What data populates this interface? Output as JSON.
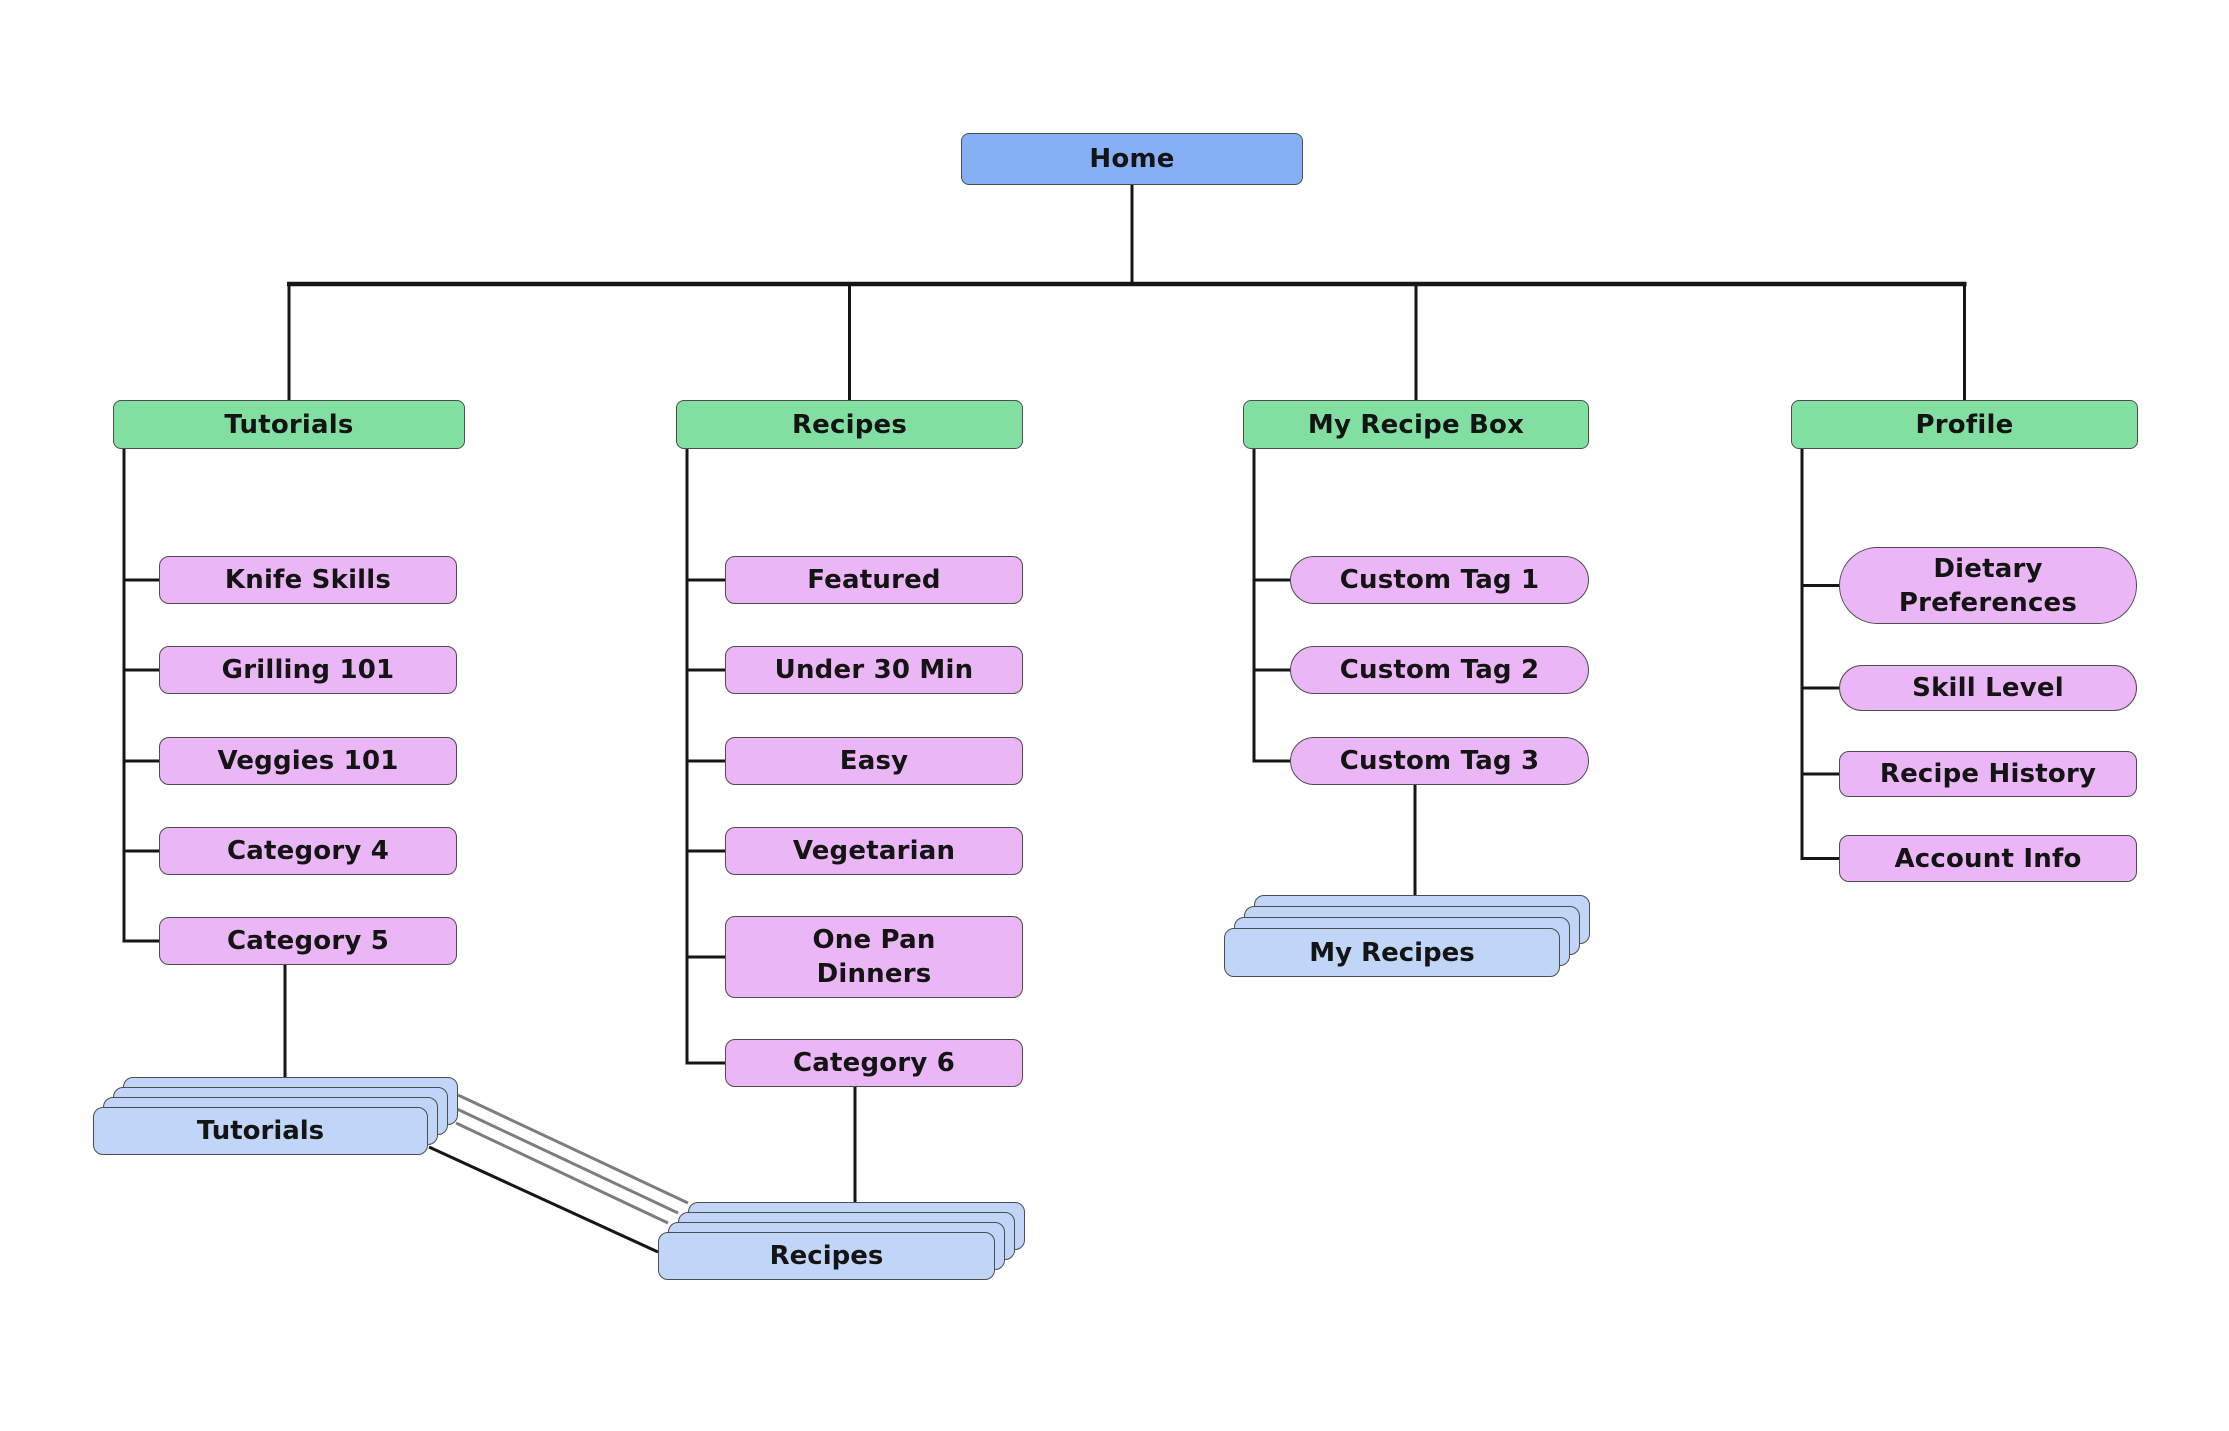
{
  "colors": {
    "background": "#ffffff",
    "root_fill": "#85b0f6",
    "branch_fill": "#82dfa2",
    "child_fill": "#ebb6f5",
    "stack_fill": "#c0d5f8",
    "node_border": "#4d4d4d",
    "connector": "#161616",
    "stack_connector_gray": "#7d7d7d",
    "text": "#141414"
  },
  "root": {
    "label": "Home"
  },
  "branches": [
    {
      "label": "Tutorials",
      "children": [
        "Knife Skills",
        "Grilling 101",
        "Veggies 101",
        "Category 4",
        "Category 5"
      ]
    },
    {
      "label": "Recipes",
      "children": [
        "Featured",
        "Under 30 Min",
        "Easy",
        "Vegetarian",
        "One Pan Dinners",
        "Category 6"
      ]
    },
    {
      "label": "My Recipe Box",
      "children": [
        "Custom Tag 1",
        "Custom Tag 2",
        "Custom Tag 3"
      ]
    },
    {
      "label": "Profile",
      "children": [
        "Dietary Preferences",
        "Skill Level",
        "Recipe History",
        "Account Info"
      ]
    }
  ],
  "stacks": [
    {
      "label": "Tutorials",
      "linked_from": "Category 5"
    },
    {
      "label": "Recipes",
      "linked_from": "Category 6"
    },
    {
      "label": "My Recipes",
      "linked_from": "Custom Tag 3"
    }
  ]
}
